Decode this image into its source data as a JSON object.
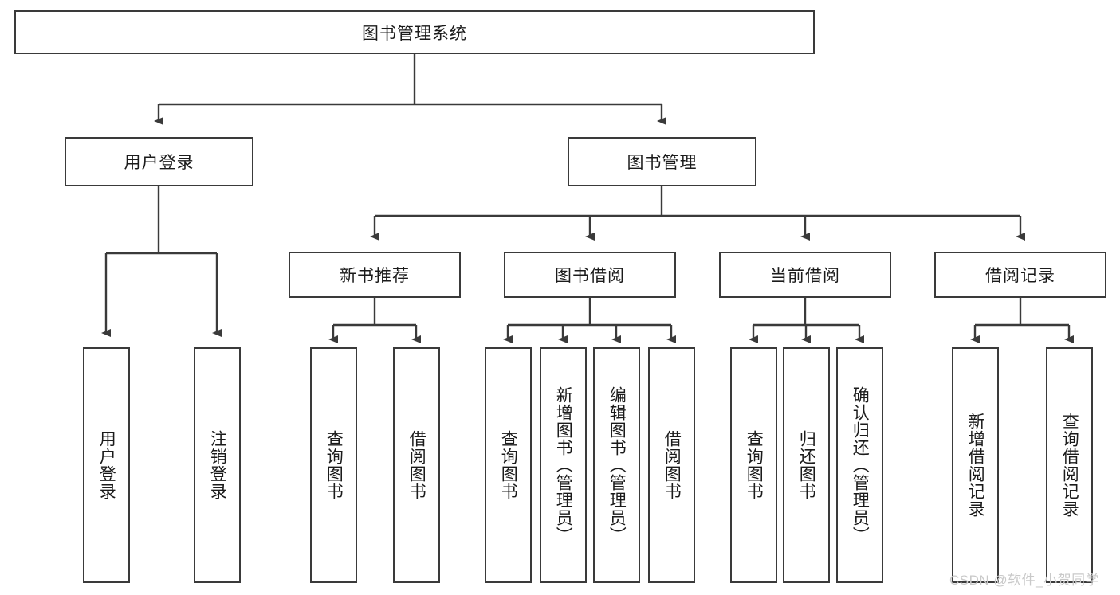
{
  "diagram": {
    "title_node": {
      "label": "图书管理系统"
    },
    "level1": [
      {
        "label": "用户登录"
      },
      {
        "label": "图书管理"
      }
    ],
    "level2": [
      {
        "label": "新书推荐"
      },
      {
        "label": "图书借阅"
      },
      {
        "label": "当前借阅"
      },
      {
        "label": "借阅记录"
      }
    ],
    "leaves": {
      "user_login": [
        {
          "label": "用户登录"
        },
        {
          "label": "注销登录"
        }
      ],
      "new_book_recommend": [
        {
          "label": "查询图书"
        },
        {
          "label": "借阅图书"
        }
      ],
      "book_borrow": [
        {
          "label": "查询图书"
        },
        {
          "label": "新增图书（管理员）"
        },
        {
          "label": "编辑图书（管理员）"
        },
        {
          "label": "借阅图书"
        }
      ],
      "current_borrow": [
        {
          "label": "查询图书"
        },
        {
          "label": "归还图书"
        },
        {
          "label": "确认归还（管理员）"
        }
      ],
      "borrow_record": [
        {
          "label": "新增借阅记录"
        },
        {
          "label": "查询借阅记录"
        }
      ]
    }
  },
  "watermark": {
    "text": "CSDN @软件_小贺同学"
  },
  "colors": {
    "stroke": "#3a3a3a",
    "background": "#ffffff",
    "text": "#1b1b1b",
    "watermark": "#c9c9c9"
  }
}
